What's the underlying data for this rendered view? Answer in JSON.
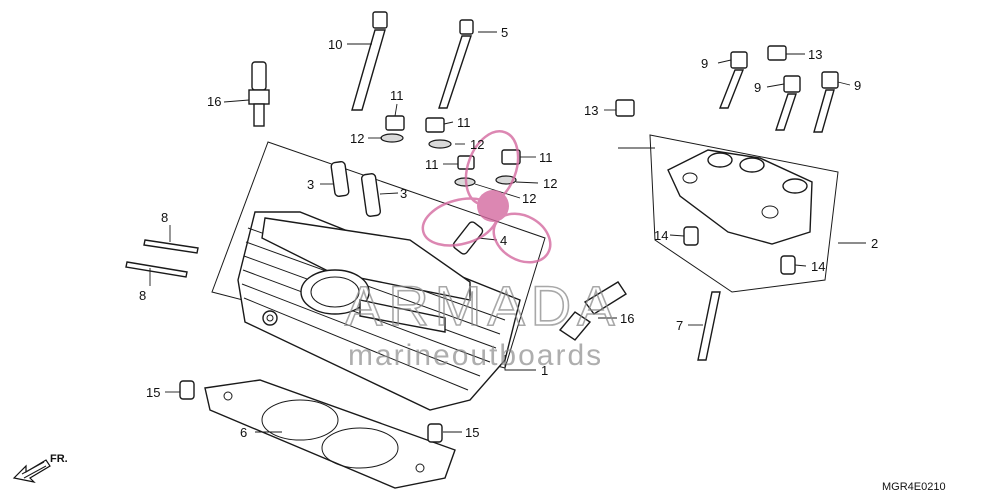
{
  "diagram": {
    "callouts": [
      {
        "id": "c1",
        "label": "1"
      },
      {
        "id": "c2",
        "label": "2"
      },
      {
        "id": "c3a",
        "label": "3"
      },
      {
        "id": "c3b",
        "label": "3"
      },
      {
        "id": "c4",
        "label": "4"
      },
      {
        "id": "c5",
        "label": "5"
      },
      {
        "id": "c6",
        "label": "6"
      },
      {
        "id": "c7",
        "label": "7"
      },
      {
        "id": "c8a",
        "label": "8"
      },
      {
        "id": "c8b",
        "label": "8"
      },
      {
        "id": "c9a",
        "label": "9"
      },
      {
        "id": "c9b",
        "label": "9"
      },
      {
        "id": "c9c",
        "label": "9"
      },
      {
        "id": "c10",
        "label": "10"
      },
      {
        "id": "c11a",
        "label": "11"
      },
      {
        "id": "c11b",
        "label": "11"
      },
      {
        "id": "c11c",
        "label": "11"
      },
      {
        "id": "c11d",
        "label": "11"
      },
      {
        "id": "c12a",
        "label": "12"
      },
      {
        "id": "c12b",
        "label": "12"
      },
      {
        "id": "c12c",
        "label": "12"
      },
      {
        "id": "c12d",
        "label": "12"
      },
      {
        "id": "c13a",
        "label": "13"
      },
      {
        "id": "c13b",
        "label": "13"
      },
      {
        "id": "c14a",
        "label": "14"
      },
      {
        "id": "c14b",
        "label": "14"
      },
      {
        "id": "c15a",
        "label": "15"
      },
      {
        "id": "c15b",
        "label": "15"
      },
      {
        "id": "c16a",
        "label": "16"
      },
      {
        "id": "c16b",
        "label": "16"
      }
    ],
    "direction_label": "FR.",
    "diagram_code": "MGR4E0210"
  },
  "watermark": {
    "brand": "ARMADA",
    "tagline": "marineoutboards",
    "logo_color": "#d46aa0"
  }
}
